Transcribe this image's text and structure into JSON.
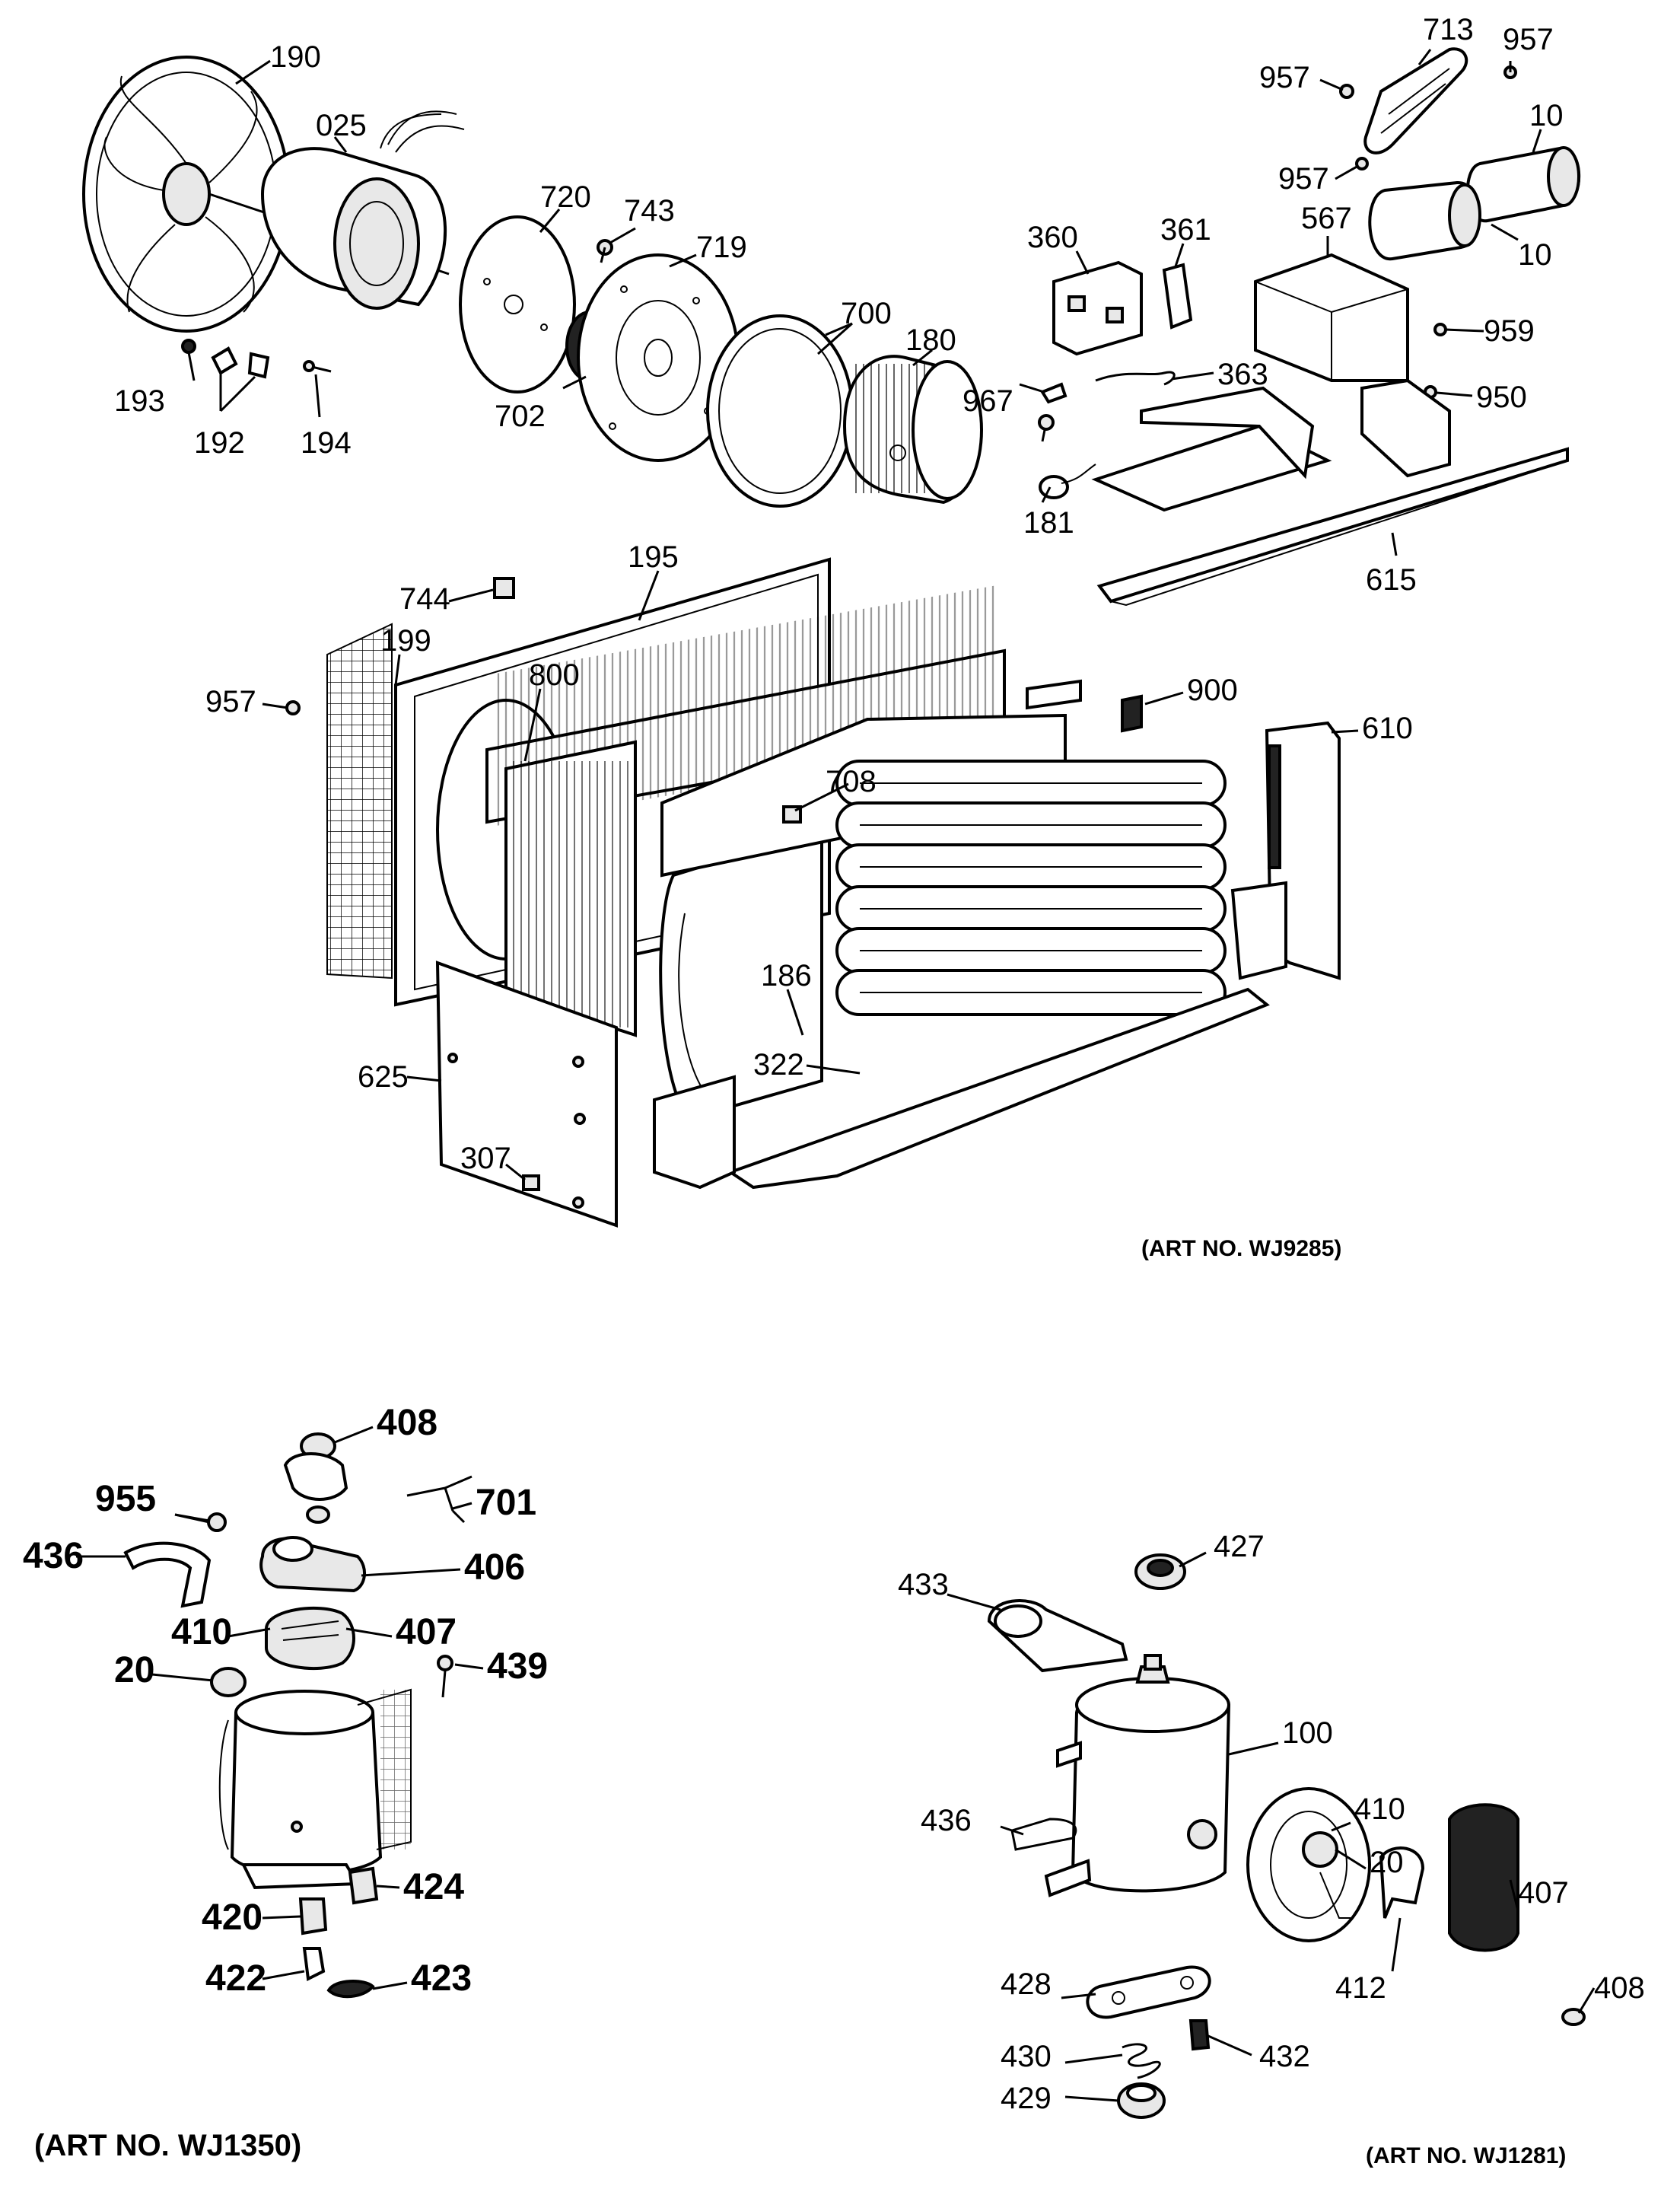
{
  "figures": [
    {
      "id": "wj9285",
      "art_label": "(ART NO. WJ9285)"
    },
    {
      "id": "wj1350",
      "art_label": "(ART NO. WJ1350)"
    },
    {
      "id": "wj1281",
      "art_label": "(ART NO. WJ1281)"
    }
  ],
  "callouts": {
    "wj9285": [
      "190",
      "025",
      "720",
      "743",
      "719",
      "700",
      "180",
      "193",
      "192",
      "194",
      "702",
      "713",
      "957",
      "957",
      "10",
      "957",
      "10",
      "567",
      "360",
      "361",
      "959",
      "363",
      "967",
      "950",
      "181",
      "615",
      "744",
      "195",
      "199",
      "957",
      "800",
      "900",
      "610",
      "708",
      "186",
      "625",
      "322",
      "307"
    ],
    "wj1350": [
      "408",
      "955",
      "701",
      "436",
      "406",
      "410",
      "407",
      "20",
      "439",
      "424",
      "420",
      "422",
      "423"
    ],
    "wj1281": [
      "427",
      "433",
      "100",
      "436",
      "410",
      "20",
      "407",
      "408",
      "428",
      "412",
      "430",
      "432",
      "429"
    ]
  }
}
